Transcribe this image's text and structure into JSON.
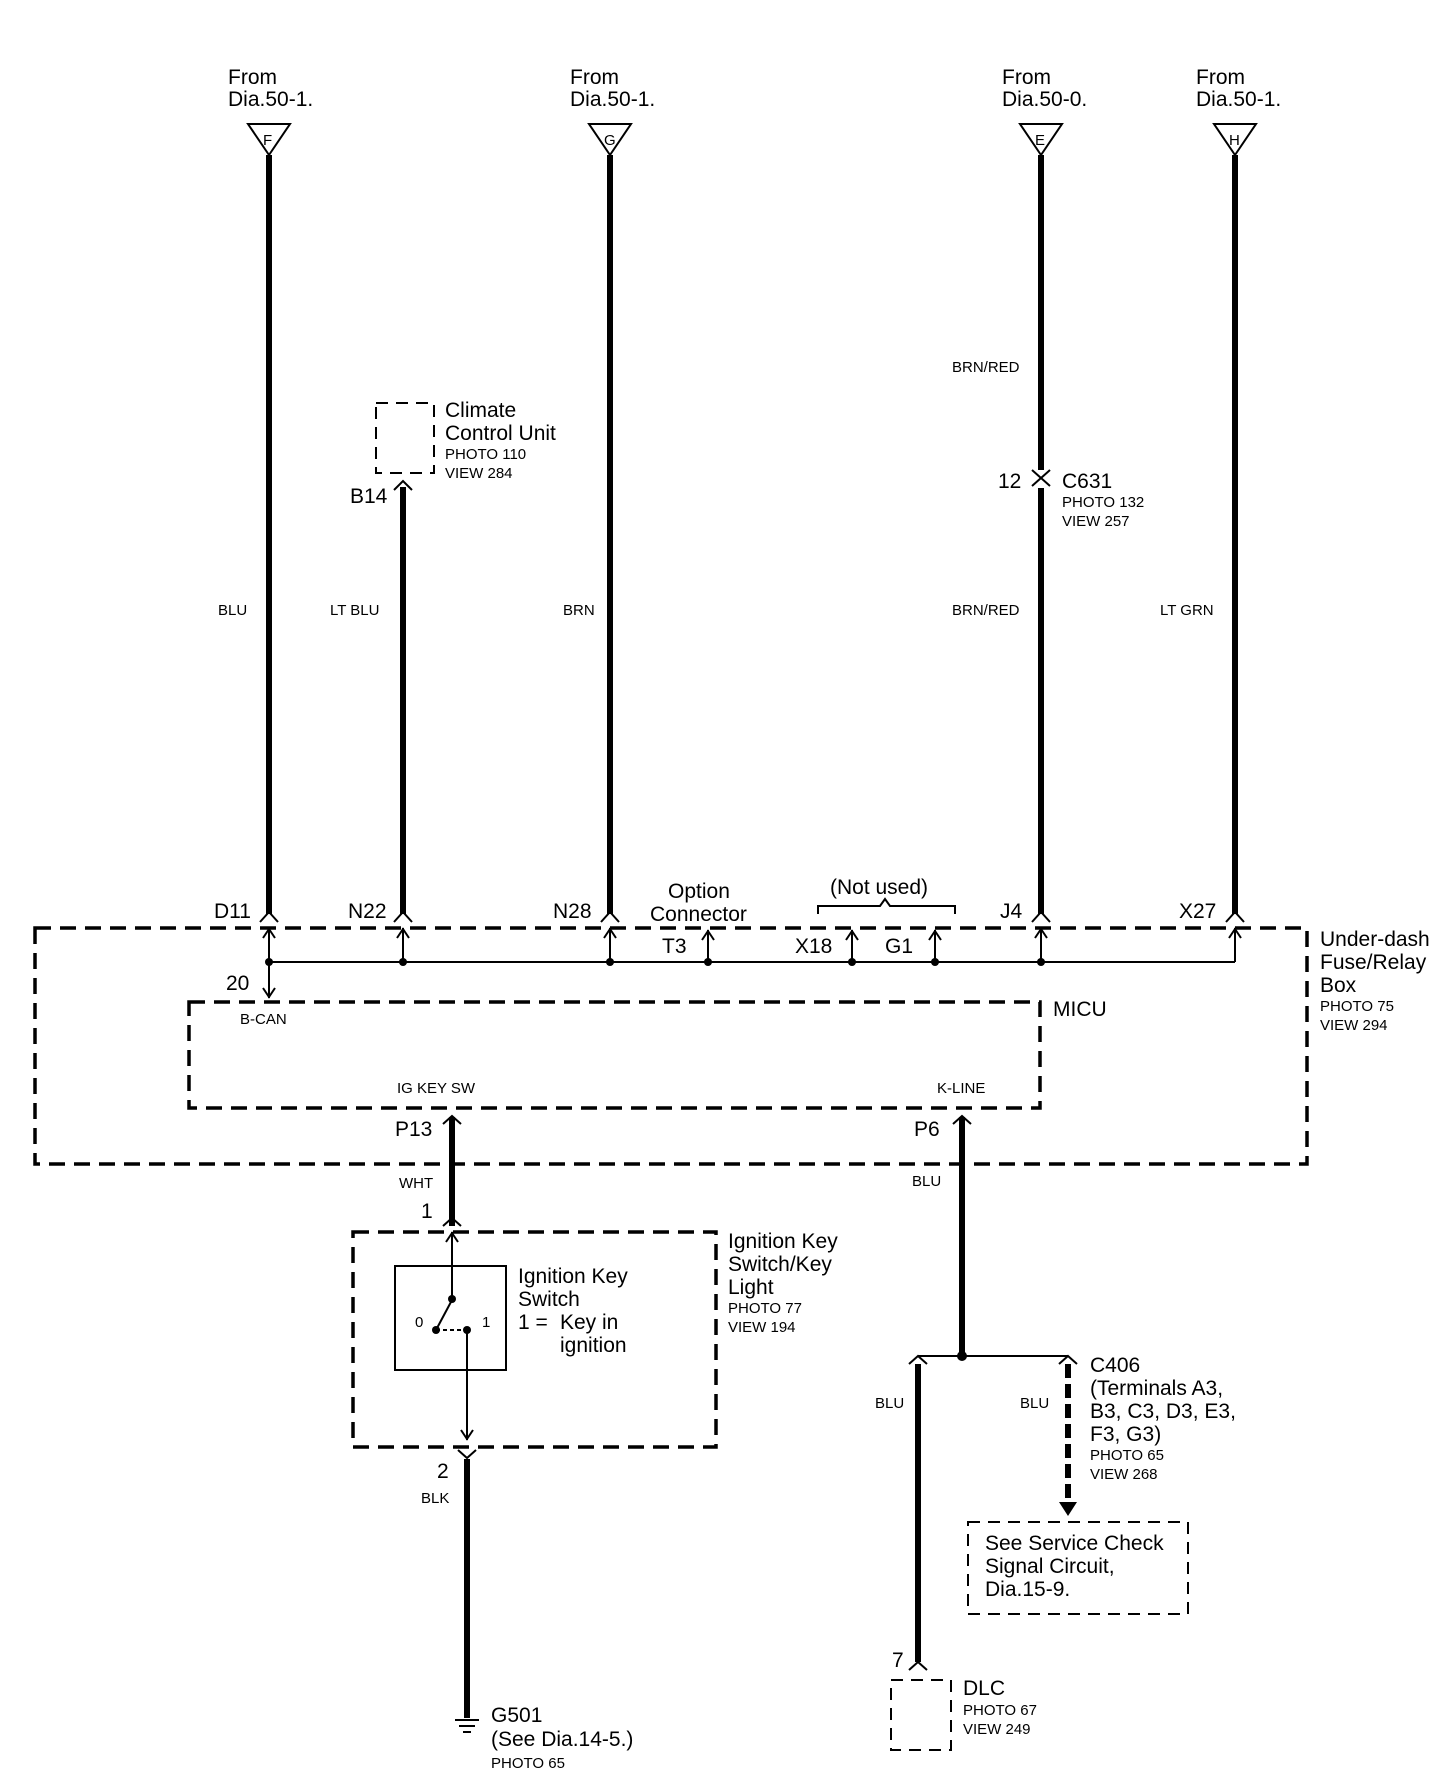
{
  "sources": [
    {
      "from": "From",
      "dia": "Dia.50-1.",
      "letter": "F"
    },
    {
      "from": "From",
      "dia": "Dia.50-1.",
      "letter": "G"
    },
    {
      "from": "From",
      "dia": "Dia.50-0.",
      "letter": "E"
    },
    {
      "from": "From",
      "dia": "Dia.50-1.",
      "letter": "H"
    }
  ],
  "wire_colors": {
    "f_blu": "BLU",
    "lt_blu": "LT BLU",
    "brn": "BRN",
    "brn_red_top": "BRN/RED",
    "brn_red": "BRN/RED",
    "lt_grn": "LT GRN",
    "wht": "WHT",
    "k_blu": "BLU",
    "blk": "BLK",
    "dlc_blu": "BLU",
    "c406_blu": "BLU"
  },
  "climate": {
    "name1": "Climate",
    "name2": "Control Unit",
    "photo": "PHOTO 110",
    "view": "VIEW 284",
    "terminal": "B14"
  },
  "c631": {
    "pin": "12",
    "name": "C631",
    "photo": "PHOTO 132",
    "view": "VIEW 257"
  },
  "fusebox": {
    "pins": {
      "d11": "D11",
      "n22": "N22",
      "n28": "N28",
      "t3": "T3",
      "x18": "X18",
      "g1": "G1",
      "j4": "J4",
      "x27": "X27",
      "p20": "20",
      "p13": "P13",
      "p6": "P6"
    },
    "option1": "Option",
    "option2": "Connector",
    "not_used": "(Not used)",
    "name1": "Under-dash",
    "name2": "Fuse/Relay",
    "name3": "Box",
    "photo": "PHOTO 75",
    "view": "VIEW 294"
  },
  "micu": {
    "name": "MICU",
    "bcan": "B-CAN",
    "igkey": "IG KEY SW",
    "kline": "K-LINE"
  },
  "ignition": {
    "pin1": "1",
    "pin2": "2",
    "sw1": "Ignition Key",
    "sw2": "Switch",
    "sw3": "1 =",
    "sw3b": "Key in",
    "sw4": "ignition",
    "pos0": "0",
    "pos1": "1",
    "name1": "Ignition Key",
    "name2": "Switch/Key",
    "name3": "Light",
    "photo": "PHOTO 77",
    "view": "VIEW 194"
  },
  "g501": {
    "name": "G501",
    "see": "(See Dia.14-5.)",
    "photo": "PHOTO 65"
  },
  "c406": {
    "name": "C406",
    "l1": "(Terminals A3,",
    "l2": "B3, C3, D3, E3,",
    "l3": "F3, G3)",
    "photo": "PHOTO 65",
    "view": "VIEW 268"
  },
  "service": {
    "l1": "See Service Check",
    "l2": "Signal Circuit,",
    "l3": "Dia.15-9."
  },
  "dlc": {
    "pin": "7",
    "name": "DLC",
    "photo": "PHOTO 67",
    "view": "VIEW 249"
  }
}
